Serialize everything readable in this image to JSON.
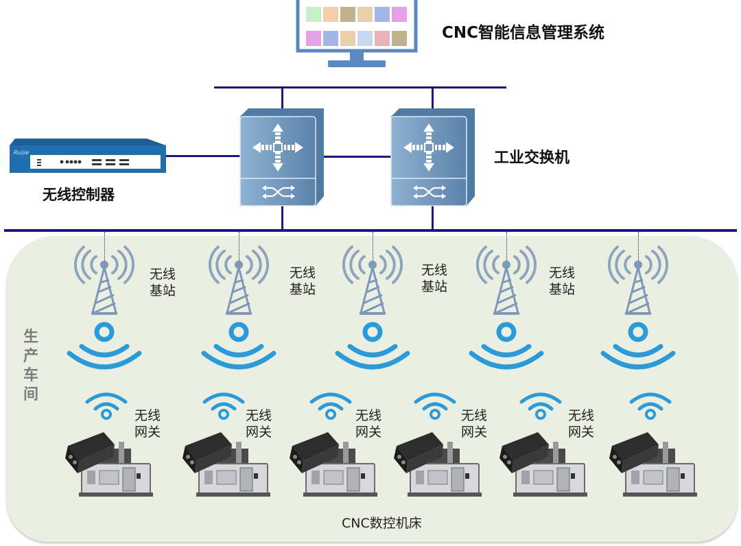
{
  "system": {
    "title": "CNC智能信息管理系统"
  },
  "controller": {
    "label": "无线控制器",
    "brand": "Ruijie"
  },
  "switches": {
    "label": "工业交换机",
    "count": 2
  },
  "workshop": {
    "label": "生产车间"
  },
  "base_stations": [
    {
      "label_line1": "无线",
      "label_line2": "基站"
    },
    {
      "label_line1": "无线",
      "label_line2": "基站"
    },
    {
      "label_line1": "无线",
      "label_line2": "基站"
    },
    {
      "label_line1": "无线",
      "label_line2": "基站"
    },
    {
      "label_line1": "",
      "label_line2": ""
    }
  ],
  "gateways": [
    {
      "label_line1": "无线",
      "label_line2": "网关"
    },
    {
      "label_line1": "无线",
      "label_line2": "网关"
    },
    {
      "label_line1": "无线",
      "label_line2": "网关"
    },
    {
      "label_line1": "无线",
      "label_line2": "网关"
    },
    {
      "label_line1": "无线",
      "label_line2": "网关"
    },
    {
      "label_line1": "",
      "label_line2": ""
    }
  ],
  "machines": {
    "label": "CNC数控机床",
    "count": 6
  },
  "colors": {
    "network_line": "#1a1a7a",
    "monitor": "#5b87c5",
    "switch": "#6f95bb",
    "controller": "#1f6fae",
    "wifi": "#2a9ad8",
    "tower": "#7d98b8",
    "panel": "#ebefe2",
    "tiles_row1": [
      "#c8f0c8",
      "#f6cda8",
      "#bfb38e",
      "#e8d0aa",
      "#a3b4e6",
      "#e5a0e6"
    ],
    "tiles_row2": [
      "#e5a0e6",
      "#a3b4e6",
      "#e8d0aa",
      "#c8d8f2",
      "#e8b2b6",
      "#bfb38e"
    ]
  }
}
